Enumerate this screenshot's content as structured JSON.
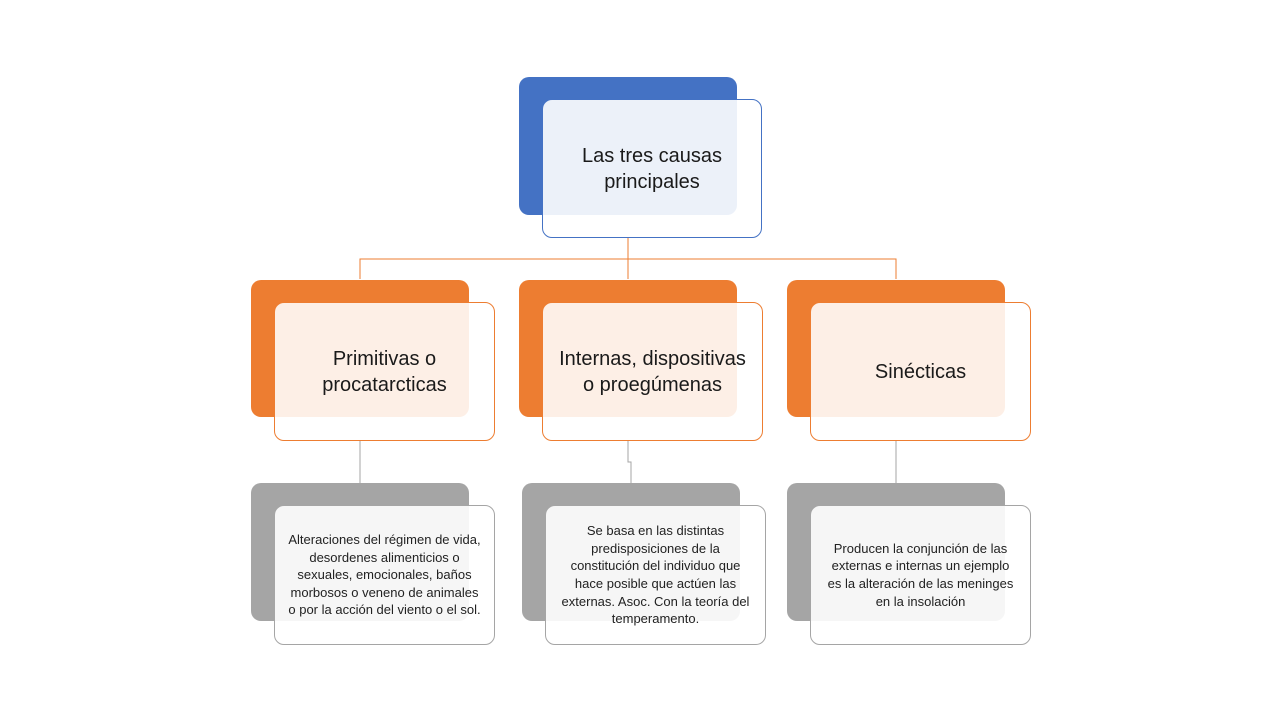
{
  "colors": {
    "blue": "#4472c4",
    "orange": "#ed7d31",
    "gray": "#a5a5a5"
  },
  "root": {
    "label": "Las tres causas principales"
  },
  "causes": [
    {
      "label": "Primitivas o procatarcticas",
      "description": "Alteraciones del régimen de vida, desordenes alimenticios o sexuales, emocionales, baños morbosos o veneno de animales o por la acción del viento o el sol."
    },
    {
      "label": "Internas, dispositivas o proegúmenas",
      "description": "Se basa en las distintas predisposiciones de la constitución del individuo que hace posible que actúen las externas. Asoc. Con la teoría del temperamento."
    },
    {
      "label": "Sinécticas",
      "description": "Producen la conjunción de las externas e internas un ejemplo es la alteración de las meninges en la insolación"
    }
  ]
}
